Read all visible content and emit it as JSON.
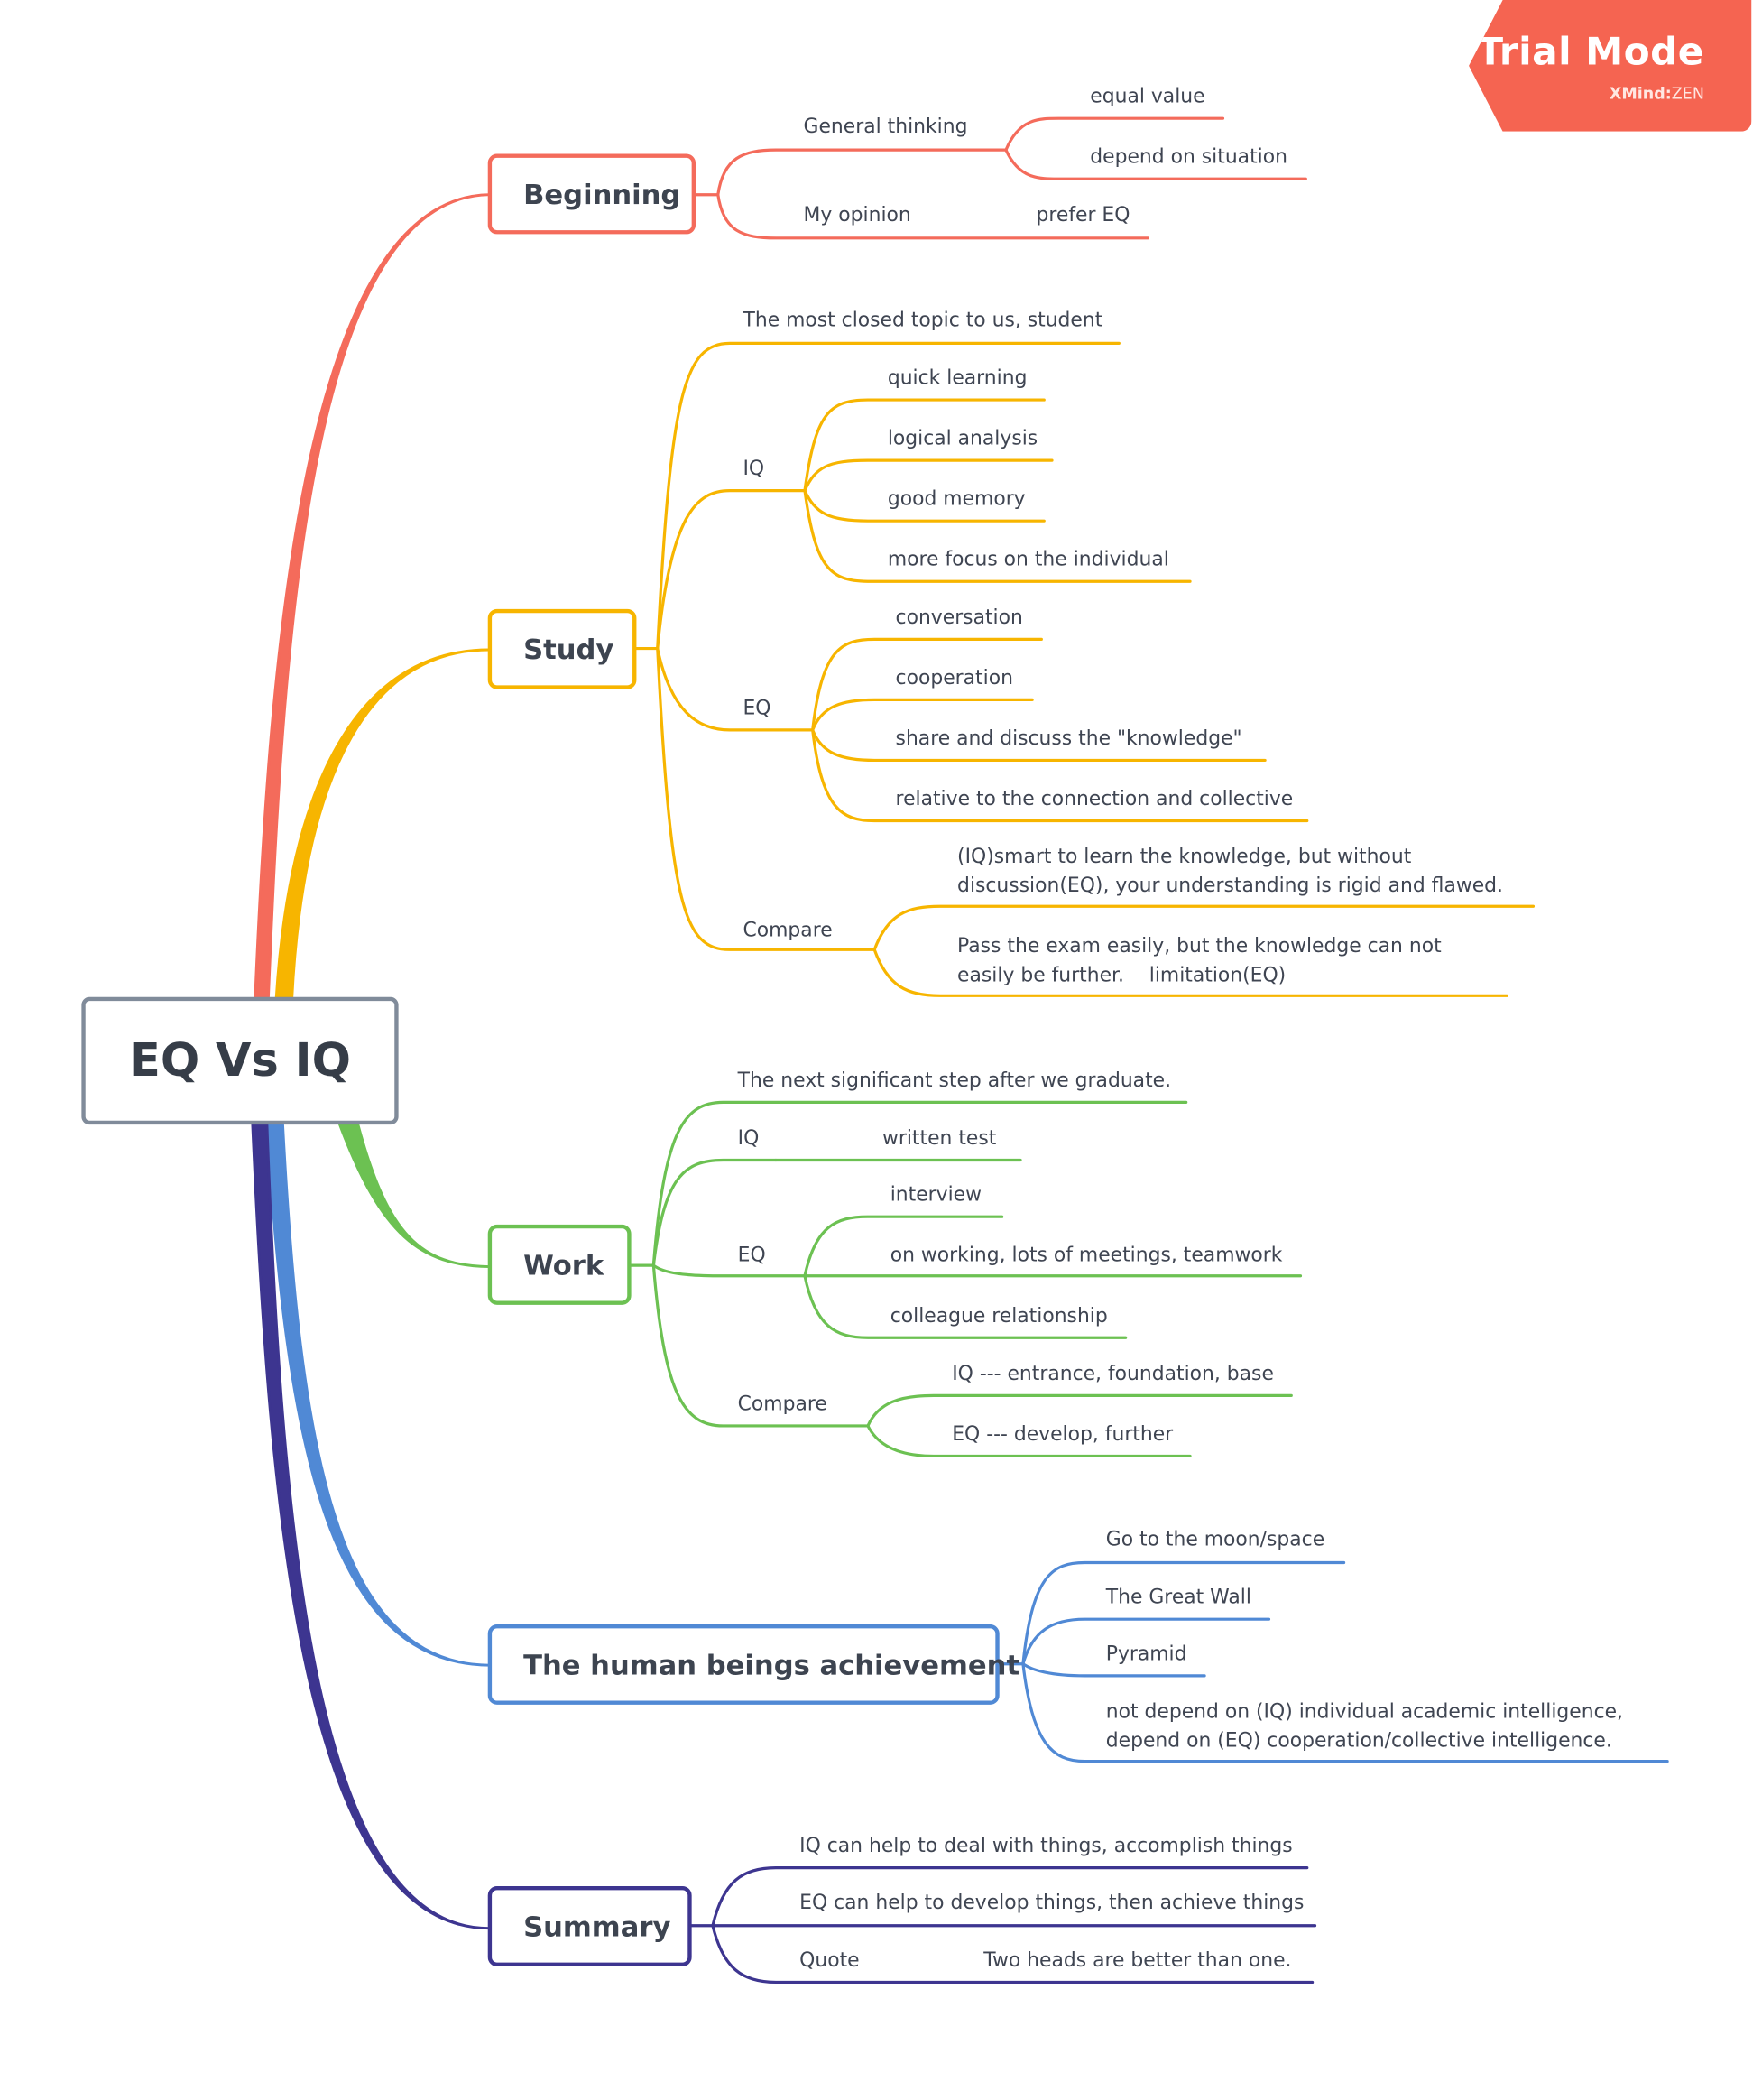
{
  "watermark": {
    "title": "Trial Mode",
    "brand": "XMind",
    "edition": "ZEN"
  },
  "central": "EQ Vs IQ",
  "colors": {
    "beginning": "#f46b5b",
    "study": "#f7b500",
    "work": "#6cc152",
    "achievement": "#5089d5",
    "summary": "#3d3590",
    "central_border": "#808b9a"
  },
  "branches": {
    "beginning": {
      "label": "Beginning",
      "general": "General thinking",
      "equal_value": "equal value",
      "depend_situation": "depend on situation",
      "my_opinion": "My opinion",
      "prefer_eq": "prefer EQ"
    },
    "study": {
      "label": "Study",
      "closed_topic": "The most closed topic to us, student",
      "iq": "IQ",
      "iq_items": [
        "quick learning",
        "logical analysis",
        "good memory",
        "more focus on the individual"
      ],
      "eq": "EQ",
      "eq_items": [
        "conversation",
        "cooperation",
        "share and discuss the \"knowledge\"",
        "relative to the connection and collective"
      ],
      "compare": "Compare",
      "compare_1a": "(IQ)smart to learn the knowledge, but without",
      "compare_1b": "discussion(EQ), your understanding is rigid and flawed.",
      "compare_2a": "Pass the exam easily, but the knowledge can not",
      "compare_2b": "easily be further.    limitation(EQ)"
    },
    "work": {
      "label": "Work",
      "next_step": "The next significant step after we graduate.",
      "iq": "IQ",
      "written_test": "written test",
      "eq": "EQ",
      "eq_items": [
        "interview",
        "on working, lots of meetings, teamwork",
        "colleague relationship"
      ],
      "compare": "Compare",
      "compare_items": [
        "IQ --- entrance, foundation, base",
        "EQ --- develop, further"
      ]
    },
    "achievement": {
      "label": "The human beings achievement",
      "items": [
        "Go to the moon/space",
        "The Great Wall",
        "Pyramid"
      ],
      "last_a": "not depend on (IQ) individual academic intelligence,",
      "last_b": "depend on (EQ) cooperation/collective intelligence."
    },
    "summary": {
      "label": "Summary",
      "iq_help": "IQ can help to deal with things, accomplish things",
      "eq_help": "EQ can help to develop things, then achieve things",
      "quote": "Quote",
      "quote_text": "Two heads are better than one."
    }
  }
}
